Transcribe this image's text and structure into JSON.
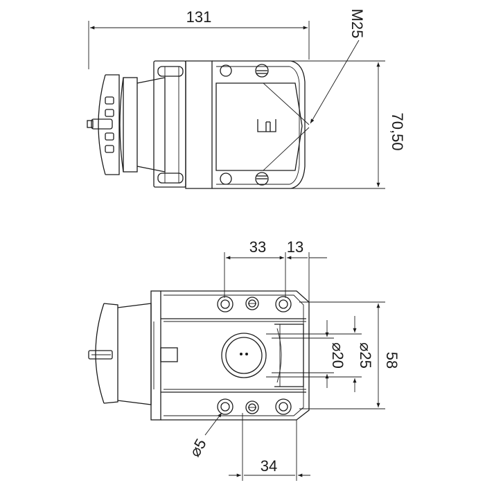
{
  "dimensions": {
    "overall_length": "131",
    "thread": "M25",
    "height": "70,50",
    "screw_spacing": "33",
    "edge_offset": "13",
    "width": "58",
    "inner_diameter": "⌀20",
    "outer_diameter": "⌀25",
    "hole_diameter": "⌀5",
    "base_spacing": "34"
  }
}
